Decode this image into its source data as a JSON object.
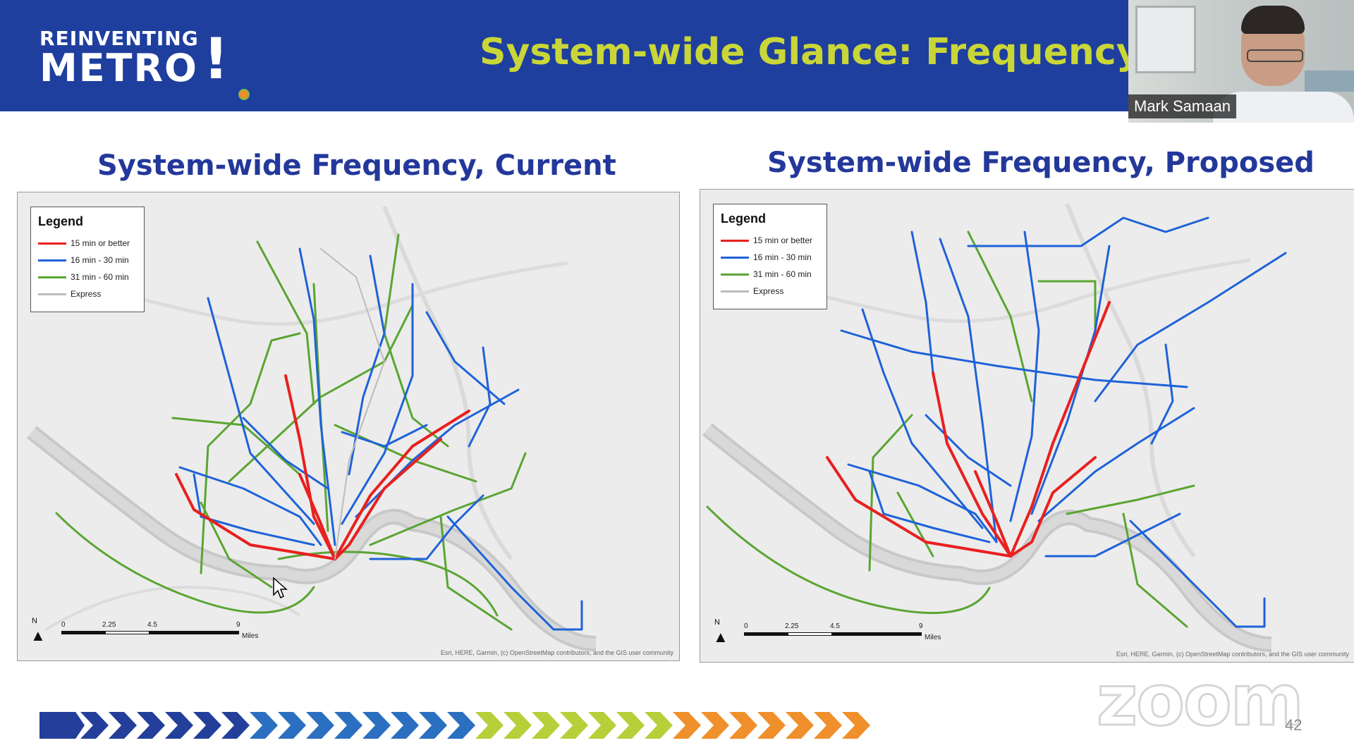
{
  "header": {
    "logo_line1": "REINVENTING",
    "logo_line2": "METRO",
    "logo_mark": "!",
    "title": "System-wide Glance: Frequency"
  },
  "webcam": {
    "participant_name": "Mark Samaan"
  },
  "maps": [
    {
      "title": "System-wide Frequency, Current",
      "legend": {
        "title": "Legend",
        "items": [
          {
            "label": "15 min or better",
            "color": "#e8201f"
          },
          {
            "label": "16 min - 30 min",
            "color": "#1e62d8"
          },
          {
            "label": "31 min - 60 min",
            "color": "#5aa532"
          },
          {
            "label": "Express",
            "color": "#bcbcbc"
          }
        ]
      },
      "north": "N",
      "scale_ticks": [
        "0",
        "2.25",
        "4.5",
        "9"
      ],
      "scale_unit": "Miles",
      "attribution": "Esri, HERE, Garmin, (c) OpenStreetMap contributors, and the GIS user community"
    },
    {
      "title": "System-wide Frequency, Proposed",
      "legend": {
        "title": "Legend",
        "items": [
          {
            "label": "15 min or better",
            "color": "#e8201f"
          },
          {
            "label": "16 min - 30 min",
            "color": "#1e62d8"
          },
          {
            "label": "31 min - 60 min",
            "color": "#5aa532"
          },
          {
            "label": "Express",
            "color": "#bcbcbc"
          }
        ]
      },
      "north": "N",
      "scale_ticks": [
        "0",
        "2.25",
        "4.5",
        "9"
      ],
      "scale_unit": "Miles",
      "attribution": "Esri, HERE, Garmin, (c) OpenStreetMap contributors, and the GIS user community"
    }
  ],
  "progress_colors": [
    "#233f9a",
    "#233f9a",
    "#233f9a",
    "#233f9a",
    "#233f9a",
    "#233f9a",
    "#233f9a",
    "#2b6fc0",
    "#2b6fc0",
    "#2b6fc0",
    "#2b6fc0",
    "#2b6fc0",
    "#2b6fc0",
    "#2b6fc0",
    "#2b6fc0",
    "#b8cf3a",
    "#b8cf3a",
    "#b8cf3a",
    "#b8cf3a",
    "#b8cf3a",
    "#b8cf3a",
    "#b8cf3a",
    "#f0902c",
    "#f0902c",
    "#f0902c",
    "#f0902c",
    "#f0902c",
    "#f0902c",
    "#f0902c"
  ],
  "watermark": "zoom",
  "slide_number": "42"
}
